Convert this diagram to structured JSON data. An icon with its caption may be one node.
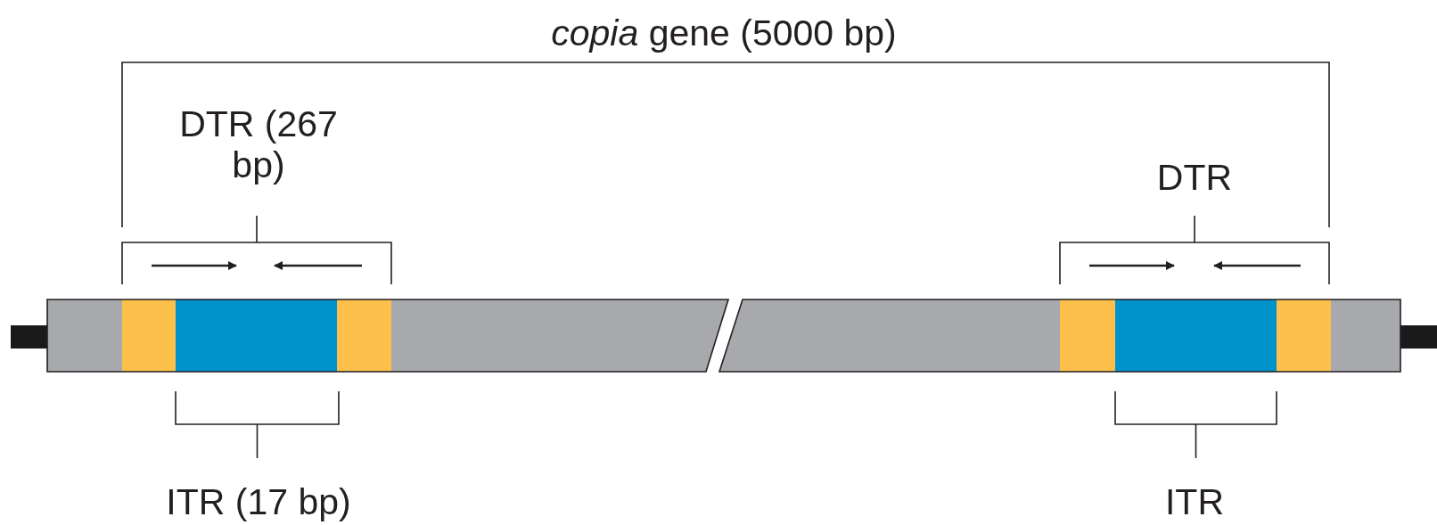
{
  "diagram": {
    "labels": [
      "*copia* gene (5000 bp)",
      "DTR (267 bp)",
      "DTR",
      "ITR (17 bp)",
      "ITR"
    ]
  }
}
